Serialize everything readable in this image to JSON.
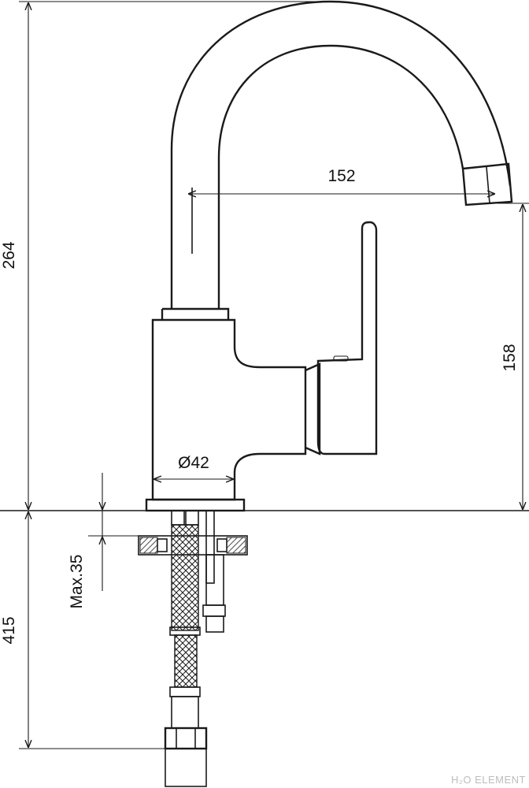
{
  "dimensions": {
    "total_height": "264",
    "spout_reach": "152",
    "spout_outlet_height": "158",
    "body_diameter": "Ø42",
    "max_mount_thickness": "Max.35",
    "hose_length": "415"
  },
  "watermark": "H₂O ELEMENT",
  "colors": {
    "line": "#1a1a1a",
    "background": "#ffffff",
    "watermark": "#bdbdbd"
  }
}
